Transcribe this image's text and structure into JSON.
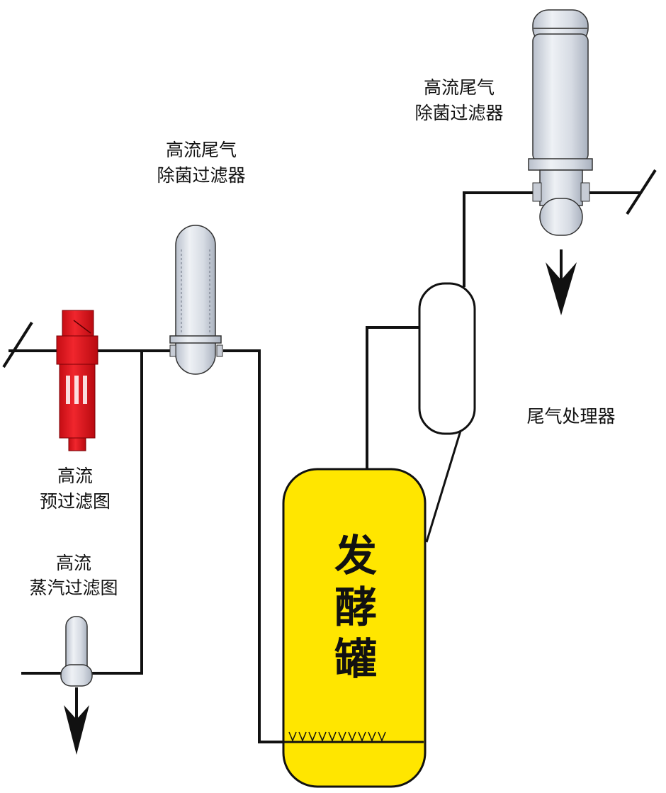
{
  "labels": {
    "top_filter": [
      "高流尾气",
      "除菌过滤器"
    ],
    "mid_filter": [
      "高流尾气",
      "除菌过滤器"
    ],
    "exhaust_processor": "尾气处理器",
    "pre_filter": [
      "高流",
      "预过滤图"
    ],
    "steam_filter": [
      "高流",
      "蒸汽过滤图"
    ],
    "fermenter": [
      "发",
      "酵",
      "罐"
    ]
  },
  "colors": {
    "fermenter_fill": "#ffe600",
    "prefilter_red": "#e8141c",
    "filter_glass": "#d8dde6",
    "processor_fill": "#ffffff",
    "line": "#111111"
  }
}
